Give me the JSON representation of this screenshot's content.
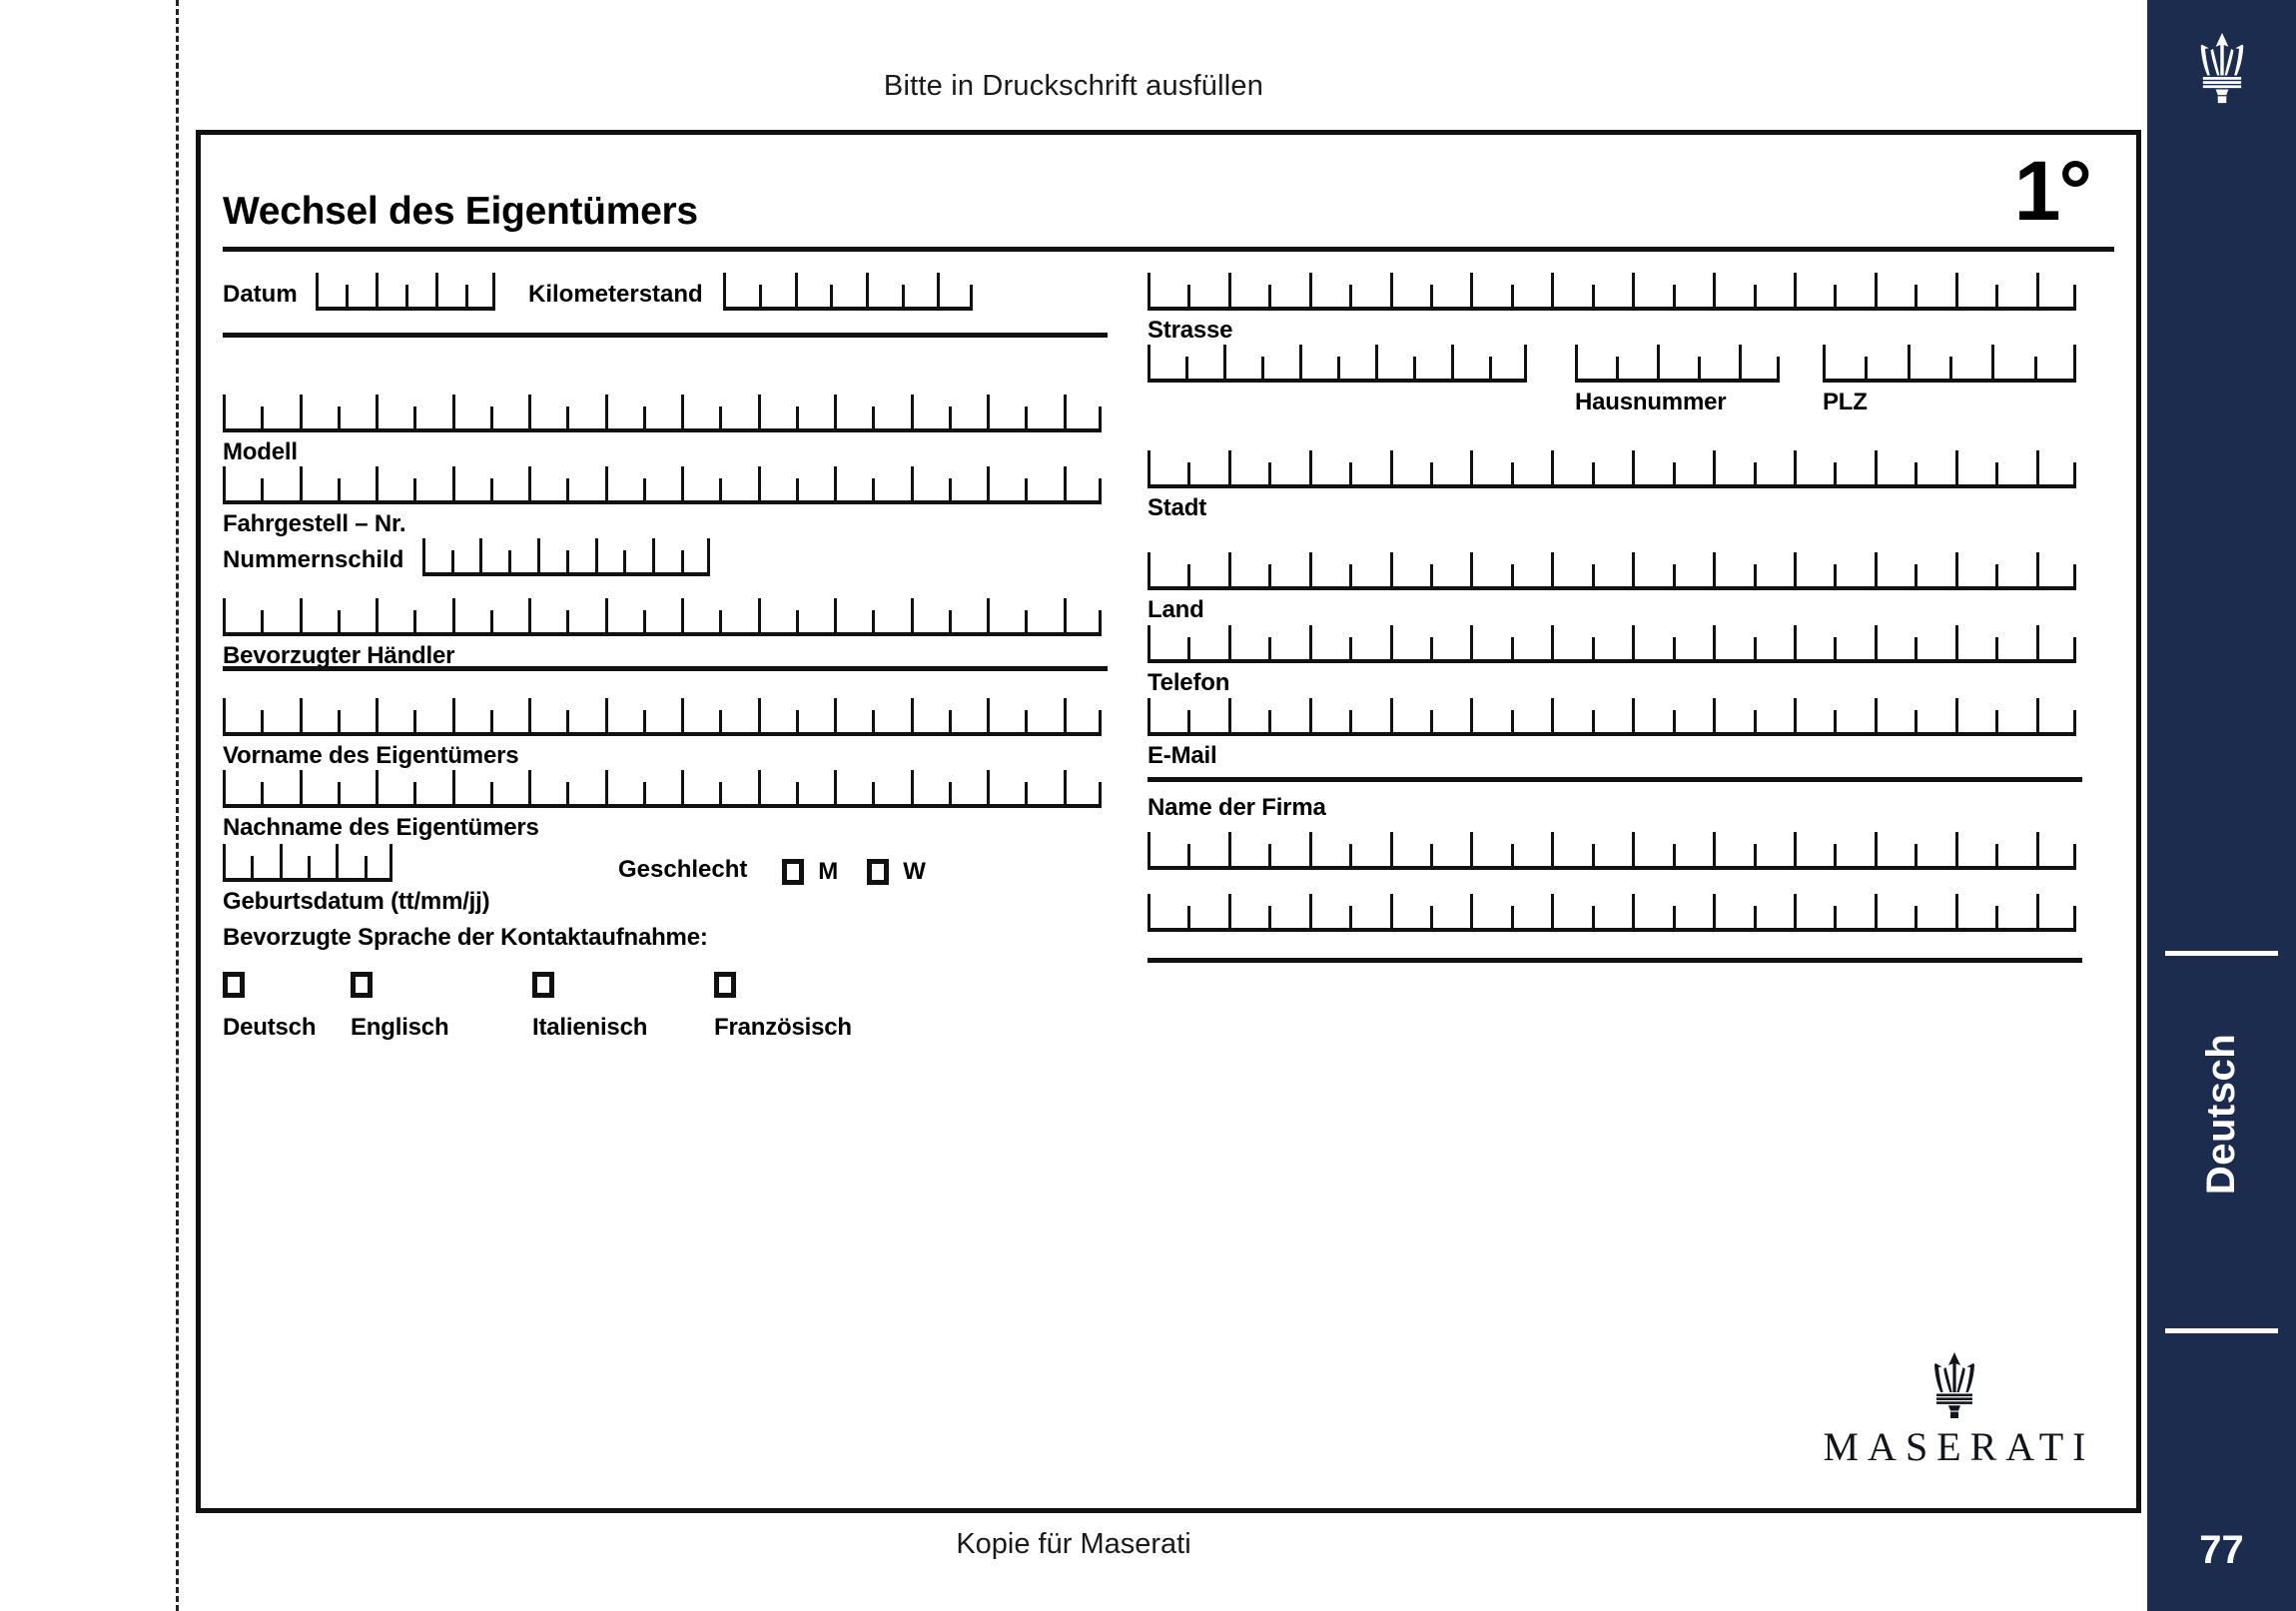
{
  "document": {
    "top_instruction": "Bitte in Druckschrift ausfüllen",
    "footer_note": "Kopie für Maserati",
    "title": "Wechsel des Eigentümers",
    "degree_marker": "1°"
  },
  "left_column": {
    "datum": {
      "label": "Datum",
      "cells": 6
    },
    "kilometerstand": {
      "label": "Kilometerstand",
      "cells": 7
    },
    "modell": {
      "label": "Modell",
      "cells": 23
    },
    "fahrgestell": {
      "label": "Fahrgestell – Nr.",
      "cells": 23
    },
    "nummernschild": {
      "label": "Nummernschild",
      "cells": 10
    },
    "haendler": {
      "label": "Bevorzugter Händler",
      "cells": 23
    },
    "vorname": {
      "label": "Vorname des Eigentümers",
      "cells": 23
    },
    "nachname": {
      "label": "Nachname des Eigentümers",
      "cells": 23
    },
    "geburtsdatum": {
      "label": "Geburtsdatum (tt/mm/jj)",
      "cells": 6
    },
    "geschlecht": {
      "label": "Geschlecht",
      "options": [
        {
          "code": "M"
        },
        {
          "code": "W"
        }
      ]
    },
    "sprache": {
      "label": "Bevorzugte Sprache der Kontaktaufnahme:",
      "options": [
        {
          "label": "Deutsch"
        },
        {
          "label": "Englisch"
        },
        {
          "label": "Italienisch"
        },
        {
          "label": "Französisch"
        }
      ]
    }
  },
  "right_column": {
    "strasse": {
      "label": "Strasse",
      "cells": 23
    },
    "strasse2": {
      "cells": 10
    },
    "hausnummer": {
      "label": "Hausnummer",
      "cells": 5
    },
    "plz": {
      "label": "PLZ",
      "cells": 6
    },
    "stadt": {
      "label": "Stadt",
      "cells": 23
    },
    "land": {
      "label": "Land",
      "cells": 23
    },
    "telefon": {
      "label": "Telefon",
      "cells": 23
    },
    "email": {
      "label": "E-Mail",
      "cells": 23
    },
    "firma": {
      "label": "Name der Firma",
      "line1_cells": 23,
      "line2_cells": 23
    }
  },
  "brand": {
    "wordmark": "MASERATI",
    "trident_icon": "maserati-trident-icon"
  },
  "sidebar": {
    "language": "Deutsch",
    "page_number": "77",
    "background_color": "#1b2c4f",
    "foreground_color": "#ffffff",
    "trident_icon": "maserati-trident-icon"
  }
}
